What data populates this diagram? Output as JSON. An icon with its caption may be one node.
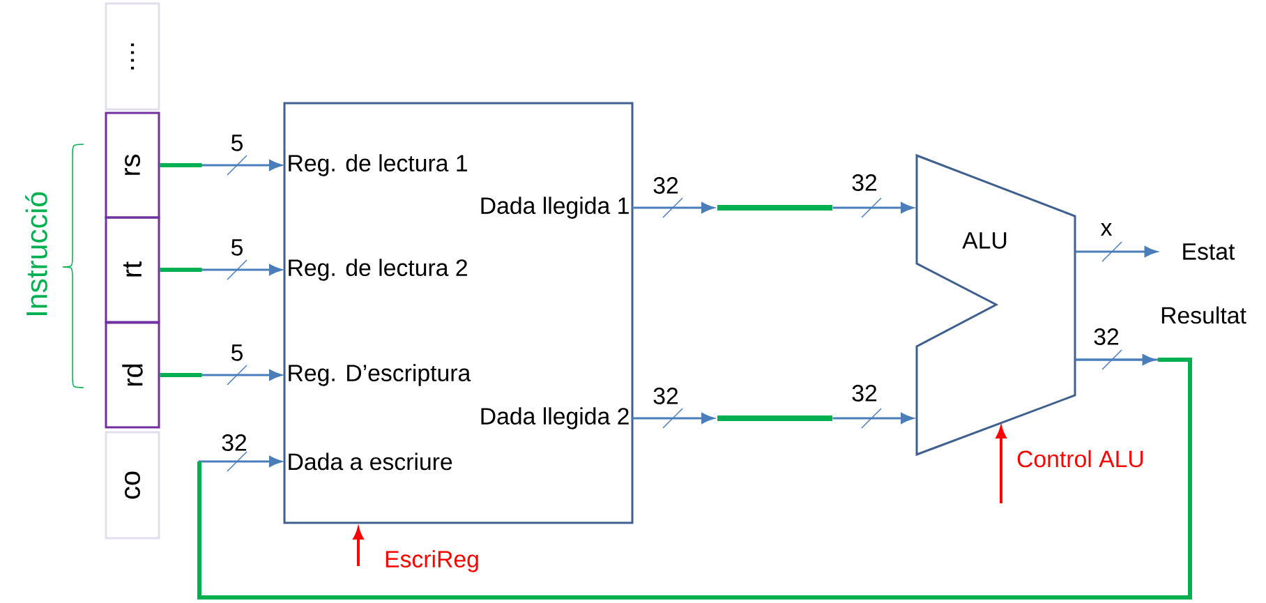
{
  "diagram": {
    "nodes": [
      {
        "text": [
          "...."
        ]
      },
      {
        "text": [
          "rs"
        ]
      },
      {
        "text": [
          "rt"
        ]
      },
      {
        "text": [
          "rd"
        ]
      },
      {
        "text": [
          "co"
        ]
      },
      {
        "text": [],
        "shape": "box"
      },
      {
        "text": [
          "Reg. de lectura 1"
        ],
        "in": 5
      },
      {
        "text": [
          "Dada llegida 1"
        ],
        "in": 5
      },
      {
        "text": [
          "Reg. de lectura 2"
        ],
        "in": 5
      },
      {
        "text": [
          "Reg. D’escriptura"
        ],
        "in": 5
      },
      {
        "text": [
          "Dada llegida 2"
        ],
        "in": 5
      },
      {
        "text": [
          "Dada a escriure"
        ],
        "in": 5
      },
      {
        "text": [
          "ALU"
        ]
      },
      {
        "text": [],
        "shape": "bar"
      },
      {
        "text": [],
        "shape": "bar"
      },
      {
        "text": [
          "Estat"
        ]
      }
    ],
    "edges": [
      {
        "from": 1,
        "to": 6,
        "arrow": "to",
        "label": "5"
      },
      {
        "from": 2,
        "to": 8,
        "arrow": "to",
        "label": "5"
      },
      {
        "from": 3,
        "to": 9,
        "arrow": "to",
        "label": "5"
      },
      {
        "from": 7,
        "to": 13,
        "arrow": "to",
        "label": "32"
      },
      {
        "from": 13,
        "to": 12,
        "arrow": "to",
        "label": "32"
      },
      {
        "from": 10,
        "to": 14,
        "arrow": "to",
        "label": "32"
      },
      {
        "from": 14,
        "to": 12,
        "arrow": "to",
        "label": "32"
      },
      {
        "from": 12,
        "to": 15,
        "arrow": "to",
        "label": "x"
      },
      {
        "from": 12,
        "to": 11,
        "arrow": "to",
        "label": "32"
      },
      {
        "from": null,
        "to": 5,
        "arrow": "to",
        "label": "EscriReg",
        "color": "#ff0000"
      },
      {
        "from": null,
        "to": 12,
        "arrow": "to",
        "label": "Control ALU",
        "color": "#ff0000"
      }
    ],
    "labels": [
      "Instrucció",
      "32",
      "Resultat"
    ]
  }
}
